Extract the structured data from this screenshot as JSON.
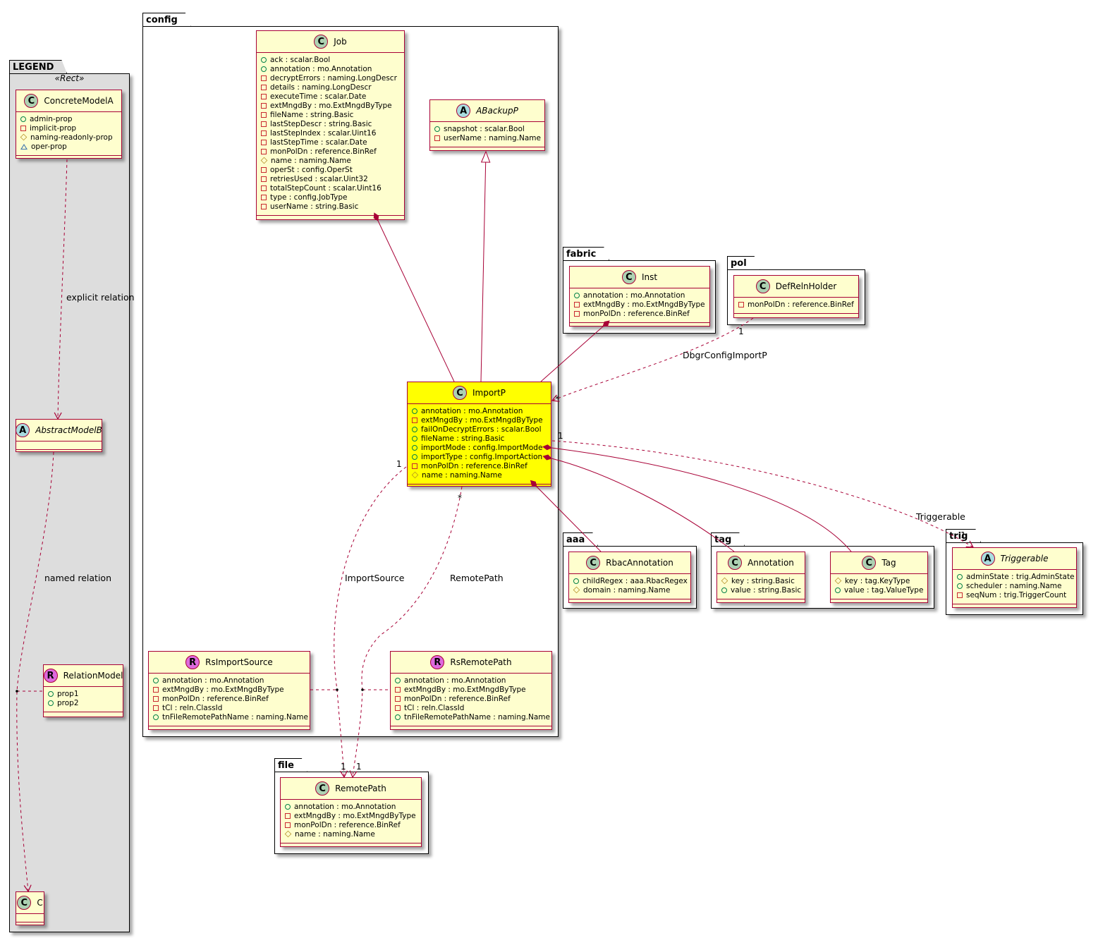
{
  "colors": {
    "class_fill": "#FEFECE",
    "class_border": "#A80036",
    "highlight_fill": "#FFFF00",
    "legend_fill": "#DDDDDD",
    "spot_class": "#ADD1B2",
    "spot_abstract": "#A9DCDF",
    "spot_relation": "#DE69DE"
  },
  "packages": {
    "legend": {
      "name": "LEGEND",
      "stereotype": "«Rect»"
    },
    "config": {
      "name": "config"
    },
    "fabric": {
      "name": "fabric"
    },
    "pol": {
      "name": "pol"
    },
    "aaa": {
      "name": "aaa"
    },
    "tag": {
      "name": "tag"
    },
    "trig": {
      "name": "trig"
    },
    "file": {
      "name": "file"
    }
  },
  "classes": {
    "concreteModelA": {
      "spot": "C",
      "name": "ConcreteModelA",
      "attrs": [
        {
          "vis": "public",
          "text": "admin-prop"
        },
        {
          "vis": "private",
          "text": "implicit-prop"
        },
        {
          "vis": "protected",
          "text": "naming-readonly-prop"
        },
        {
          "vis": "package",
          "text": "oper-prop"
        }
      ]
    },
    "abstractModelB": {
      "spot": "A",
      "name": "AbstractModelB",
      "attrs": []
    },
    "relationModel": {
      "spot": "R",
      "name": "RelationModel",
      "attrs": [
        {
          "vis": "public",
          "text": "prop1"
        },
        {
          "vis": "public",
          "text": "prop2"
        }
      ]
    },
    "c": {
      "spot": "C",
      "name": "C",
      "attrs": []
    },
    "job": {
      "spot": "C",
      "name": "Job",
      "attrs": [
        {
          "vis": "public",
          "text": "ack : scalar.Bool"
        },
        {
          "vis": "public",
          "text": "annotation : mo.Annotation"
        },
        {
          "vis": "private",
          "text": "decryptErrors : naming.LongDescr"
        },
        {
          "vis": "private",
          "text": "details : naming.LongDescr"
        },
        {
          "vis": "private",
          "text": "executeTime : scalar.Date"
        },
        {
          "vis": "private",
          "text": "extMngdBy : mo.ExtMngdByType"
        },
        {
          "vis": "private",
          "text": "fileName : string.Basic"
        },
        {
          "vis": "private",
          "text": "lastStepDescr : string.Basic"
        },
        {
          "vis": "private",
          "text": "lastStepIndex : scalar.Uint16"
        },
        {
          "vis": "private",
          "text": "lastStepTime : scalar.Date"
        },
        {
          "vis": "private",
          "text": "monPolDn : reference.BinRef"
        },
        {
          "vis": "protected",
          "text": "name : naming.Name"
        },
        {
          "vis": "private",
          "text": "operSt : config.OperSt"
        },
        {
          "vis": "private",
          "text": "retriesUsed : scalar.Uint32"
        },
        {
          "vis": "private",
          "text": "totalStepCount : scalar.Uint16"
        },
        {
          "vis": "private",
          "text": "type : config.JobType"
        },
        {
          "vis": "private",
          "text": "userName : string.Basic"
        }
      ]
    },
    "aBackupP": {
      "spot": "A",
      "name": "ABackupP",
      "attrs": [
        {
          "vis": "public",
          "text": "snapshot : scalar.Bool"
        },
        {
          "vis": "private",
          "text": "userName : naming.Name"
        }
      ]
    },
    "importP": {
      "spot": "C",
      "name": "ImportP",
      "attrs": [
        {
          "vis": "public",
          "text": "annotation : mo.Annotation"
        },
        {
          "vis": "private",
          "text": "extMngdBy : mo.ExtMngdByType"
        },
        {
          "vis": "public",
          "text": "failOnDecryptErrors : scalar.Bool"
        },
        {
          "vis": "public",
          "text": "fileName : string.Basic"
        },
        {
          "vis": "public",
          "text": "importMode : config.ImportMode"
        },
        {
          "vis": "public",
          "text": "importType : config.ImportAction"
        },
        {
          "vis": "private",
          "text": "monPolDn : reference.BinRef"
        },
        {
          "vis": "protected",
          "text": "name : naming.Name"
        }
      ]
    },
    "rsImportSource": {
      "spot": "R",
      "name": "RsImportSource",
      "attrs": [
        {
          "vis": "public",
          "text": "annotation : mo.Annotation"
        },
        {
          "vis": "private",
          "text": "extMngdBy : mo.ExtMngdByType"
        },
        {
          "vis": "private",
          "text": "monPolDn : reference.BinRef"
        },
        {
          "vis": "private",
          "text": "tCl : reln.ClassId"
        },
        {
          "vis": "public",
          "text": "tnFileRemotePathName : naming.Name"
        }
      ]
    },
    "rsRemotePath": {
      "spot": "R",
      "name": "RsRemotePath",
      "attrs": [
        {
          "vis": "public",
          "text": "annotation : mo.Annotation"
        },
        {
          "vis": "private",
          "text": "extMngdBy : mo.ExtMngdByType"
        },
        {
          "vis": "private",
          "text": "monPolDn : reference.BinRef"
        },
        {
          "vis": "private",
          "text": "tCl : reln.ClassId"
        },
        {
          "vis": "public",
          "text": "tnFileRemotePathName : naming.Name"
        }
      ]
    },
    "inst": {
      "spot": "C",
      "name": "Inst",
      "attrs": [
        {
          "vis": "public",
          "text": "annotation : mo.Annotation"
        },
        {
          "vis": "private",
          "text": "extMngdBy : mo.ExtMngdByType"
        },
        {
          "vis": "private",
          "text": "monPolDn : reference.BinRef"
        }
      ]
    },
    "defRelnHolder": {
      "spot": "C",
      "name": "DefRelnHolder",
      "attrs": [
        {
          "vis": "private",
          "text": "monPolDn : reference.BinRef"
        }
      ]
    },
    "rbacAnnotation": {
      "spot": "C",
      "name": "RbacAnnotation",
      "attrs": [
        {
          "vis": "public",
          "text": "childRegex : aaa.RbacRegex"
        },
        {
          "vis": "protected",
          "text": "domain : naming.Name"
        }
      ]
    },
    "annotation": {
      "spot": "C",
      "name": "Annotation",
      "attrs": [
        {
          "vis": "protected",
          "text": "key : string.Basic"
        },
        {
          "vis": "public",
          "text": "value : string.Basic"
        }
      ]
    },
    "tag": {
      "spot": "C",
      "name": "Tag",
      "attrs": [
        {
          "vis": "protected",
          "text": "key : tag.KeyType"
        },
        {
          "vis": "public",
          "text": "value : tag.ValueType"
        }
      ]
    },
    "triggerable": {
      "spot": "A",
      "name": "Triggerable",
      "attrs": [
        {
          "vis": "public",
          "text": "adminState : trig.AdminState"
        },
        {
          "vis": "public",
          "text": "scheduler : naming.Name"
        },
        {
          "vis": "private",
          "text": "seqNum : trig.TriggerCount"
        }
      ]
    },
    "remotePath": {
      "spot": "C",
      "name": "RemotePath",
      "attrs": [
        {
          "vis": "public",
          "text": "annotation : mo.Annotation"
        },
        {
          "vis": "private",
          "text": "extMngdBy : mo.ExtMngdByType"
        },
        {
          "vis": "private",
          "text": "monPolDn : reference.BinRef"
        },
        {
          "vis": "protected",
          "text": "name : naming.Name"
        }
      ]
    }
  },
  "edge_labels": {
    "explicit": "explicit relation",
    "named": "named relation",
    "dbgr": "DbgrConfigImportP",
    "triggerable": "Triggerable",
    "importSource": "ImportSource",
    "remotePath": "RemotePath"
  },
  "multiplicities": {
    "one": "1",
    "many": "*"
  }
}
